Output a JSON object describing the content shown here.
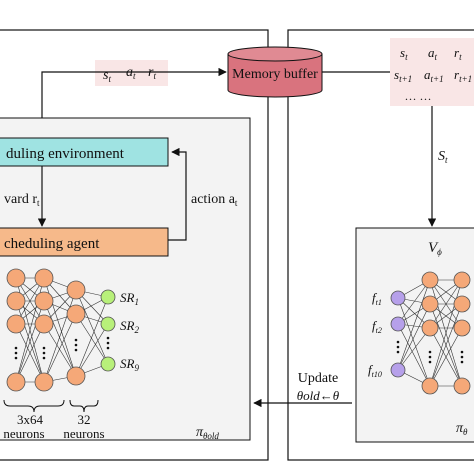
{
  "memory_buffer": {
    "label": "Memory buffer"
  },
  "top_transition": {
    "s": "s",
    "s_sub": "t",
    "a": "a",
    "a_sub": "t",
    "r": "r",
    "r_sub": "t"
  },
  "right_transitions": {
    "row1": {
      "s": "s",
      "s_sub": "t",
      "a": "a",
      "a_sub": "t",
      "r": "r",
      "r_sub": "t"
    },
    "row2": {
      "s": "s",
      "s_sub": "t+1",
      "a": "a",
      "a_sub": "t+1",
      "r": "r",
      "r_sub": "t+1"
    },
    "ellipsis": "… …"
  },
  "scheduling_environment": {
    "label": "duling environment"
  },
  "scheduling_agent": {
    "label": "cheduling agent"
  },
  "reward_label": {
    "text": "vard r",
    "sub": "t"
  },
  "action_label": {
    "text": "action a",
    "sub": "t"
  },
  "state_label": {
    "s": "S",
    "sub": "t"
  },
  "actor_network": {
    "outputs": [
      {
        "text": "SR",
        "sub": "1"
      },
      {
        "text": "SR",
        "sub": "2"
      },
      {
        "text": "SR",
        "sub": "9"
      }
    ],
    "layer_size_1": "3x64",
    "layer_size_2": "32",
    "neurons_1": "neurons",
    "neurons_2": "neurons",
    "policy": {
      "text": "π",
      "sub": "θold"
    }
  },
  "critic_network": {
    "title": {
      "text": "V",
      "sub": "ϕ"
    },
    "inputs": [
      {
        "text": "f",
        "sub": "t1"
      },
      {
        "text": "f",
        "sub": "t2"
      },
      {
        "text": "f",
        "sub": "t10"
      }
    ],
    "policy": {
      "text": "π",
      "sub": "θ"
    }
  },
  "update_label": {
    "line1": "Update",
    "line2_lhs": "θold",
    "line2_arrow": "←",
    "line2_rhs": "θ"
  },
  "colors": {
    "environment_fill": "#9fe3e2",
    "agent_fill": "#f6b98a",
    "buffer_fill": "#d9737e",
    "neuron_orange": "#f5a878",
    "neuron_green": "#b8f07a",
    "neuron_purple": "#b6a0ea",
    "transition_box_fill": "#f9e6e6",
    "panel_fill": "#f3f3f3"
  }
}
